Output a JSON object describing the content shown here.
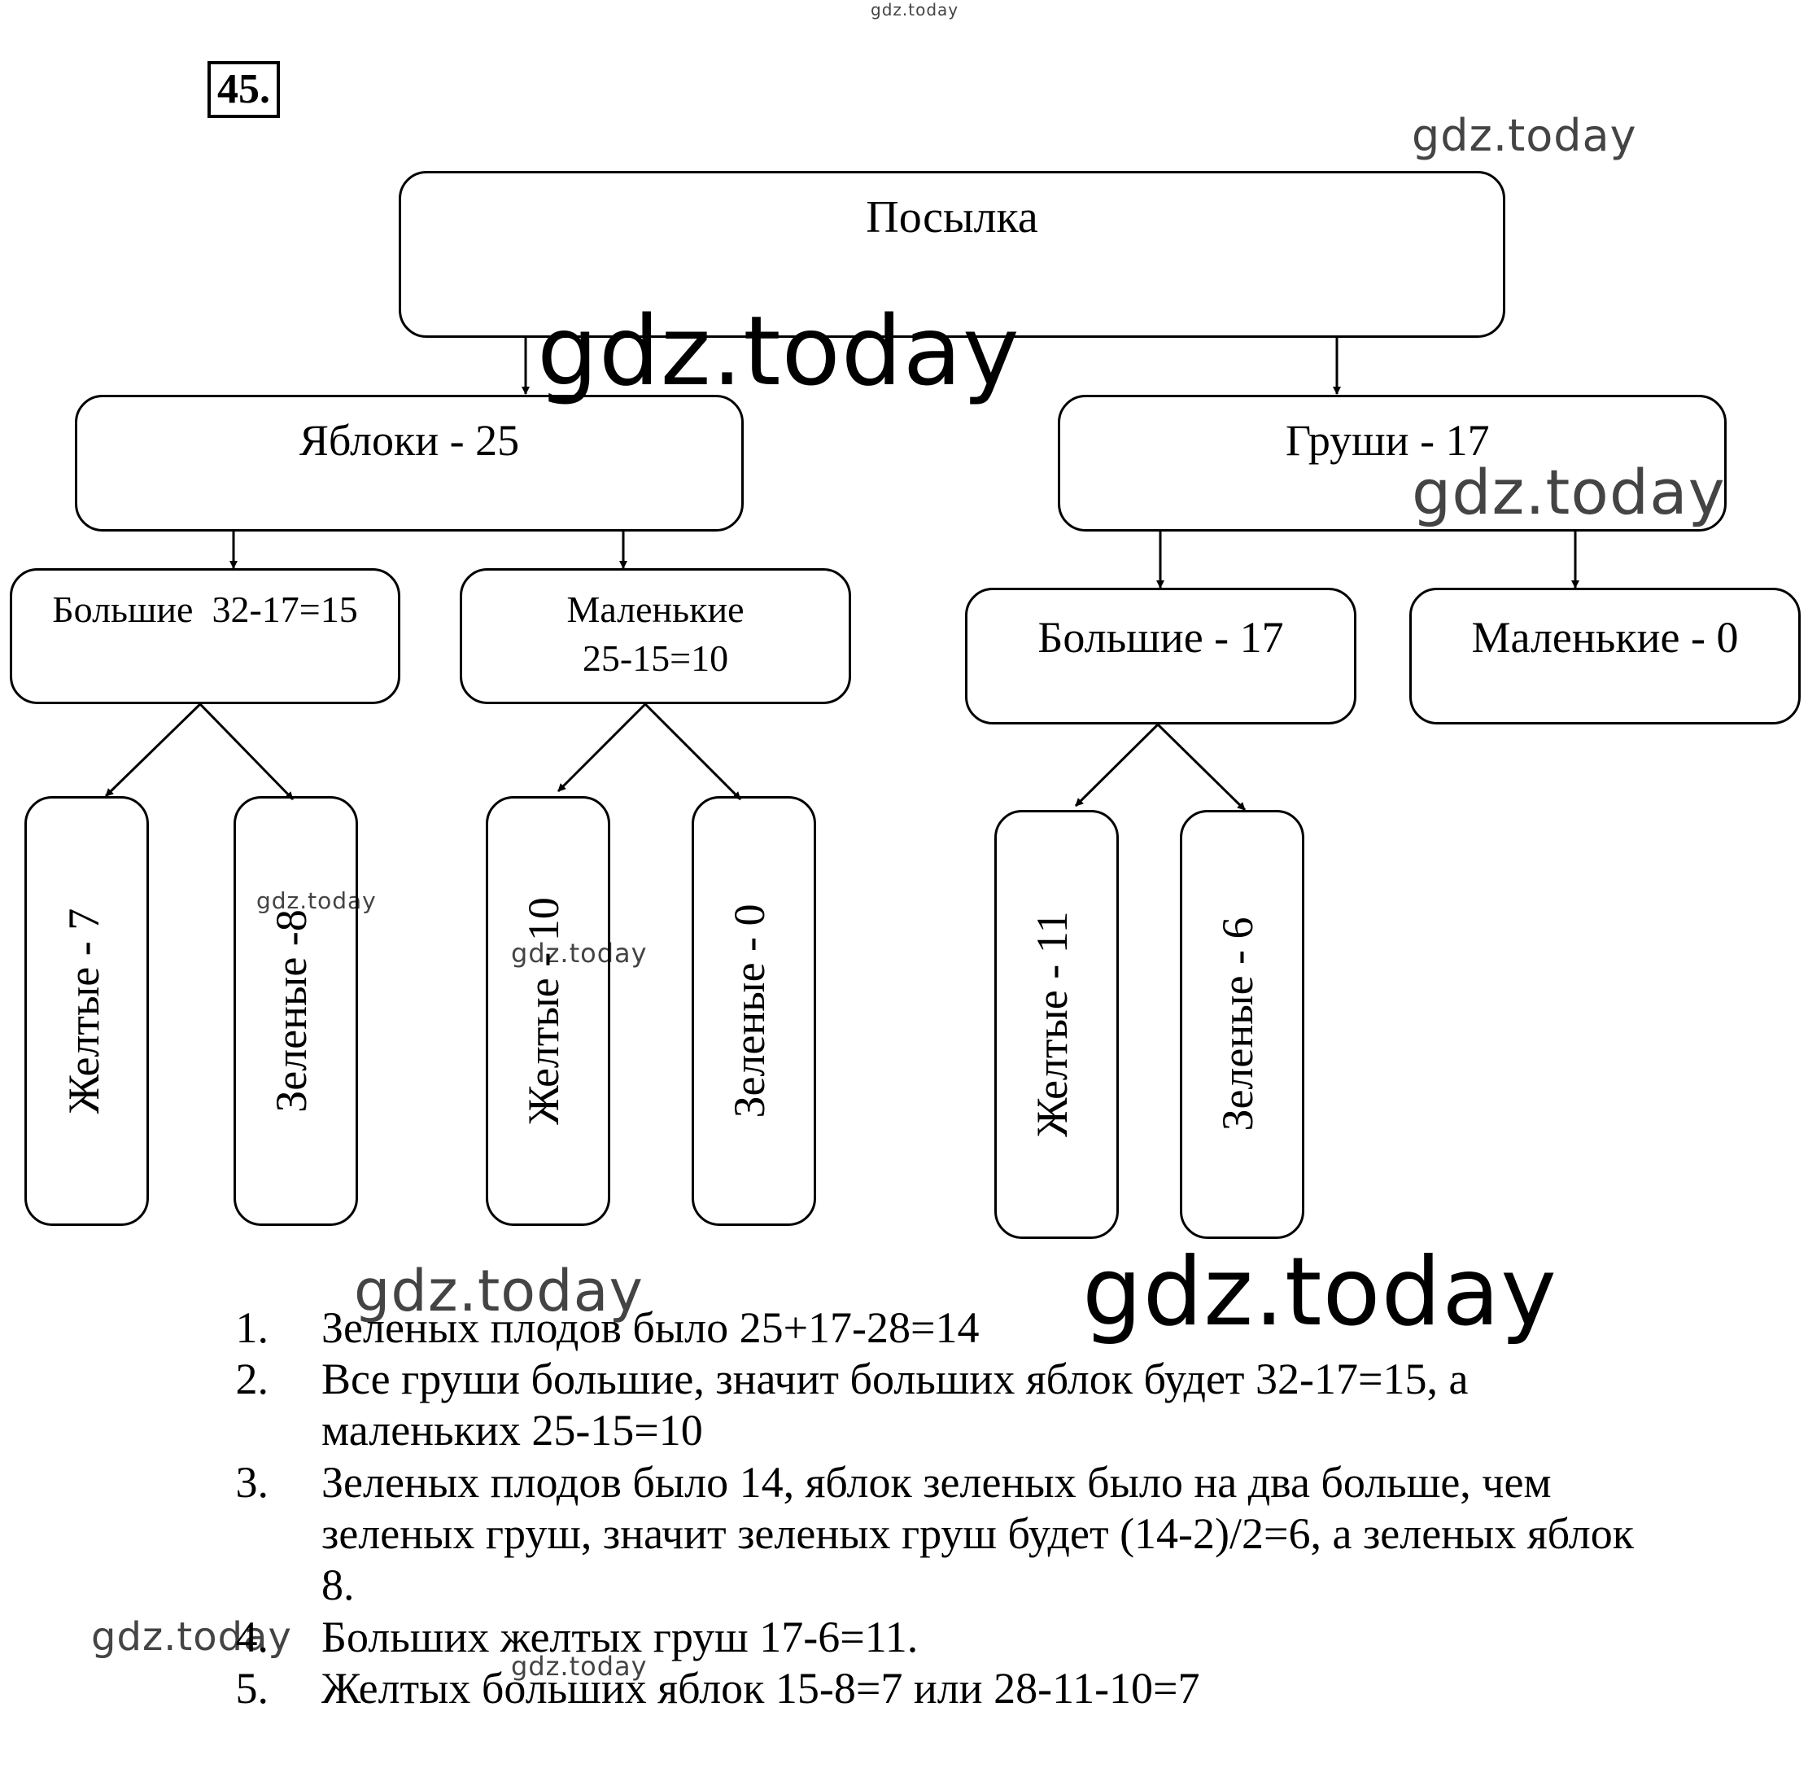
{
  "problem_number": "45.",
  "watermark_text": "gdz.today",
  "tree": {
    "root": "Посылка",
    "apples": {
      "label": "Яблоки - 25",
      "big": {
        "label": "Большие  32-17=15",
        "yellow": "Желтые - 7",
        "green": "Зеленые -8"
      },
      "small": {
        "label_line1": "Маленькие",
        "label_line2": "25-15=10",
        "yellow": "Желтые - 10",
        "green": "Зеленые - 0"
      }
    },
    "pears": {
      "label": "Груши - 17",
      "big": {
        "label": "Большие - 17",
        "yellow": "Желтые - 11",
        "green": "Зеленые - 6"
      },
      "small": {
        "label": "Маленькие - 0"
      }
    }
  },
  "solution": [
    {
      "number": "1.",
      "lines": [
        "Зеленых плодов было 25+17-28=14"
      ]
    },
    {
      "number": "2.",
      "lines": [
        "Все груши большие, значит больших яблок будет 32-17=15, а",
        "маленьких 25-15=10"
      ]
    },
    {
      "number": "3.",
      "lines": [
        "Зеленых плодов было 14, яблок зеленых было на два больше, чем",
        "зеленых груш, значит зеленых груш будет (14-2)/2=6, а зеленых яблок",
        "8."
      ]
    },
    {
      "number": "4.",
      "lines": [
        "Больших желтых груш 17-6=11."
      ]
    },
    {
      "number": "5.",
      "lines": [
        "Желтых больших яблок 15-8=7 или 28-11-10=7"
      ]
    }
  ]
}
